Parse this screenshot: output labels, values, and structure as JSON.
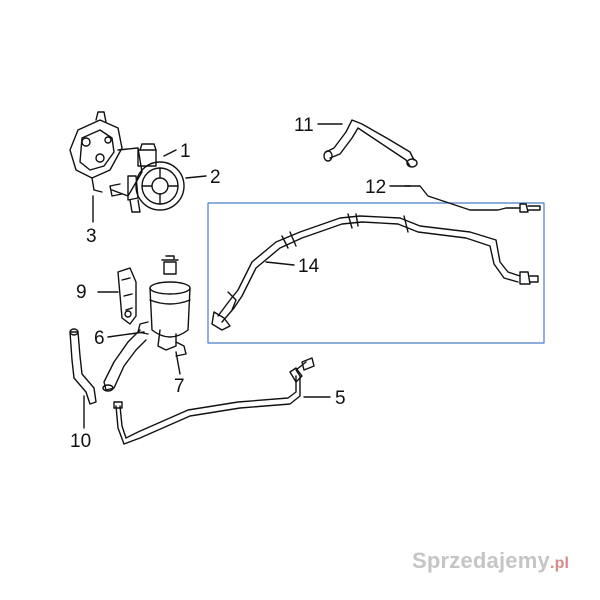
{
  "diagram": {
    "callouts": [
      {
        "id": "1",
        "label": "1"
      },
      {
        "id": "2",
        "label": "2"
      },
      {
        "id": "3",
        "label": "3"
      },
      {
        "id": "5",
        "label": "5"
      },
      {
        "id": "6",
        "label": "6"
      },
      {
        "id": "7",
        "label": "7"
      },
      {
        "id": "9",
        "label": "9"
      },
      {
        "id": "10",
        "label": "10"
      },
      {
        "id": "11",
        "label": "11"
      },
      {
        "id": "12",
        "label": "12"
      },
      {
        "id": "14",
        "label": "14"
      }
    ],
    "colors": {
      "line": "#111111",
      "frame": "#4a7bc8",
      "background": "#ffffff"
    }
  },
  "watermark": {
    "text": "Sprzedajemy",
    "suffix": ".pl"
  }
}
